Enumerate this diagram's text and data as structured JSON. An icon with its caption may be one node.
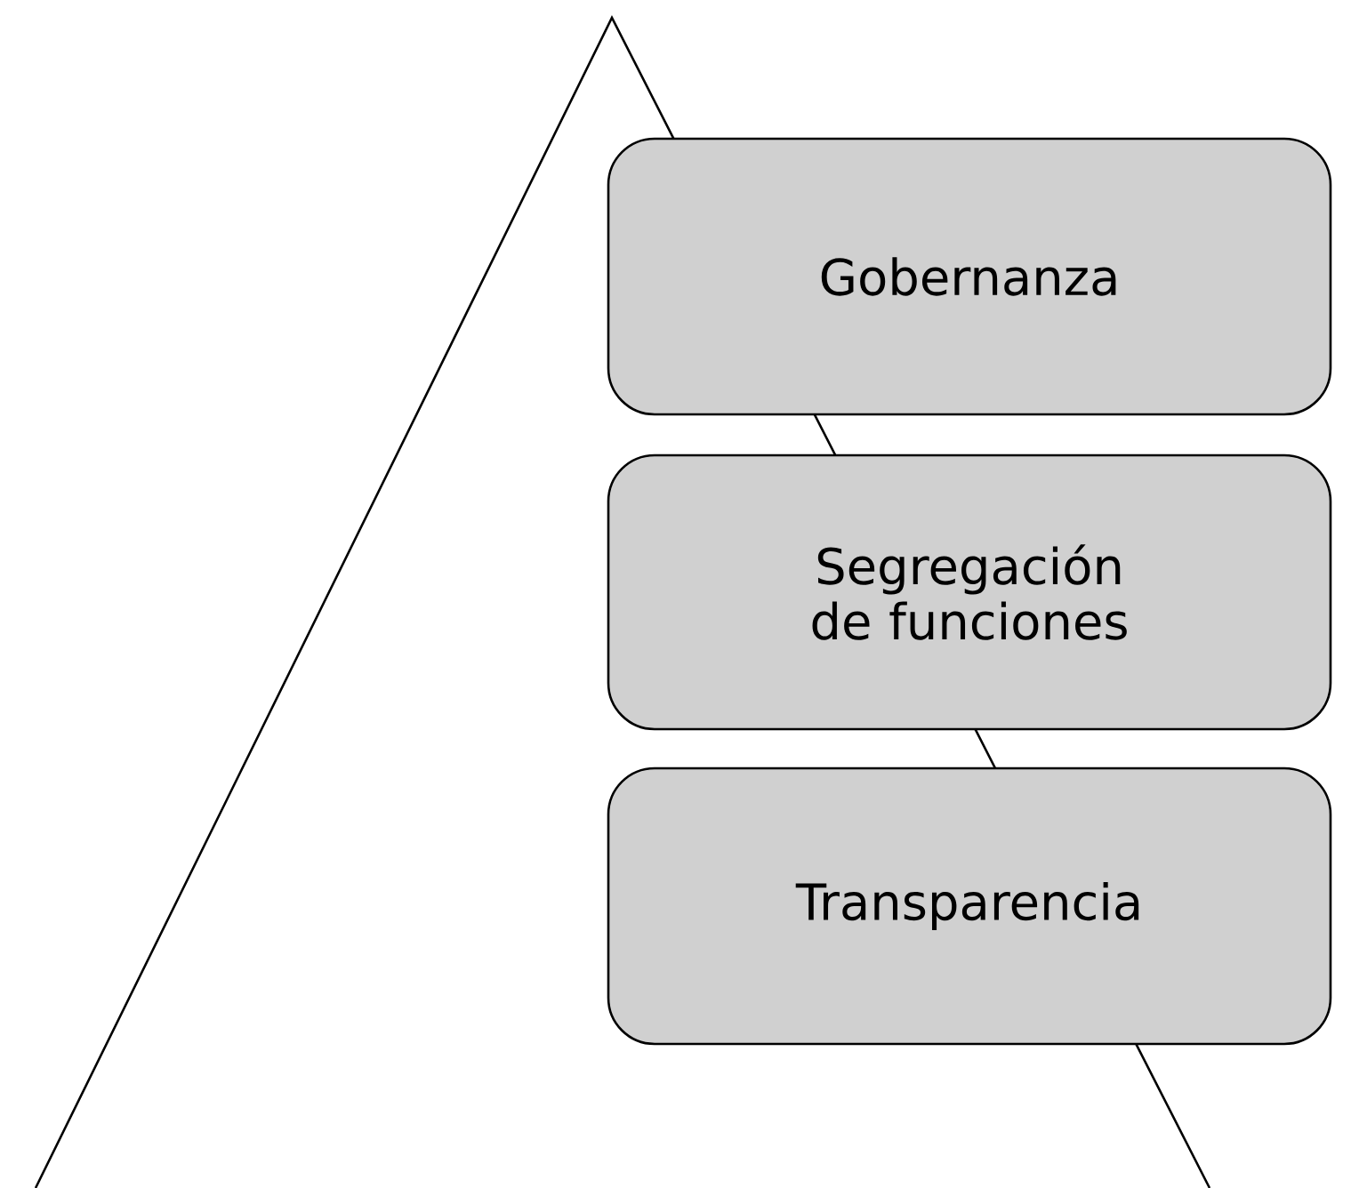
{
  "diagram": {
    "nodes": [
      {
        "text": [],
        "shape": "triangle"
      },
      {
        "text": [
          "Gobernanza"
        ]
      },
      {
        "text": [
          "Segregación de funciones"
        ]
      },
      {
        "text": [
          "Transparencia"
        ]
      }
    ]
  }
}
